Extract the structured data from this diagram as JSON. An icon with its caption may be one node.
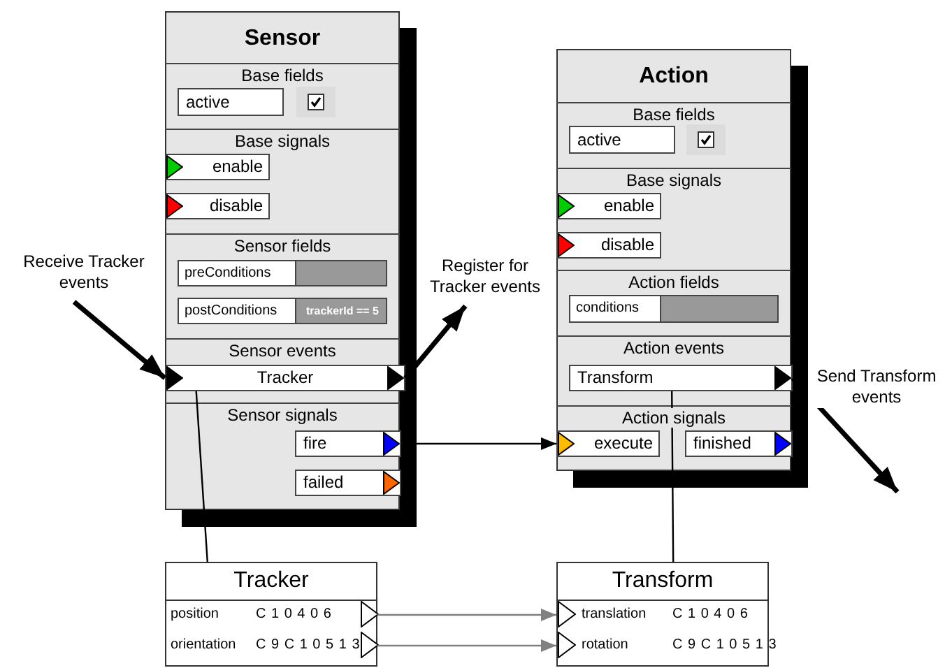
{
  "diagram": {
    "nodes": [
      {
        "text": [
          "Sensor"
        ]
      },
      {
        "text": [
          "Base fields"
        ],
        "in": 0
      },
      {
        "text": [
          "active"
        ],
        "in": 1
      },
      {
        "text": [],
        "shape": "checkbox",
        "in": 1
      },
      {
        "text": [
          "Base signals"
        ],
        "in": 0
      },
      {
        "text": [
          "enable"
        ],
        "in": 4
      },
      {
        "text": [
          "disable"
        ],
        "in": 4
      },
      {
        "text": [
          "Sensor fields"
        ],
        "in": 0
      },
      {
        "text": [
          "preConditions"
        ],
        "in": 7
      },
      {
        "text": [
          "postConditions",
          "trackerId == 5"
        ],
        "in": 7
      },
      {
        "text": [
          "Sensor events"
        ],
        "in": 0
      },
      {
        "text": [
          "Tracker"
        ],
        "in": 10
      },
      {
        "text": [
          "Sensor signals"
        ],
        "in": 0
      },
      {
        "text": [
          "fire"
        ],
        "in": 12
      },
      {
        "text": [
          "failed"
        ],
        "in": 12
      },
      {
        "text": [
          "Receive Tracker events"
        ]
      },
      {
        "text": [
          "Register for Tracker events"
        ]
      },
      {
        "text": [
          "Action"
        ]
      },
      {
        "text": [
          "Base fields"
        ],
        "in": 17
      },
      {
        "text": [
          "active"
        ],
        "in": 18
      },
      {
        "text": [],
        "shape": "checkbox",
        "in": 18
      },
      {
        "text": [
          "Base signals"
        ],
        "in": 17
      },
      {
        "text": [
          "enable"
        ],
        "in": 21
      },
      {
        "text": [
          "disable"
        ],
        "in": 21
      },
      {
        "text": [
          "Action fields"
        ],
        "in": 17
      },
      {
        "text": [
          "conditions"
        ],
        "in": 24
      },
      {
        "text": [
          "Action events"
        ],
        "in": 17
      },
      {
        "text": [
          "Transform"
        ],
        "in": 26
      },
      {
        "text": [
          "Action signals"
        ],
        "in": 17
      },
      {
        "text": [
          "execute"
        ],
        "in": 28
      },
      {
        "text": [
          "finished"
        ],
        "in": 28
      },
      {
        "text": [
          "Tracker"
        ]
      },
      {
        "text": [
          "position",
          "C 1 0 4 0 6"
        ],
        "in": 31
      },
      {
        "text": [
          "orientation",
          "C 9 C 1 0 5 1 3"
        ],
        "in": 31
      },
      {
        "text": [
          "Transform"
        ]
      },
      {
        "text": [
          "translation",
          "C 1 0 4 0 6"
        ],
        "in": 34
      },
      {
        "text": [
          "rotation",
          "C 9 C 1 0 5 1 3"
        ],
        "in": 34
      }
    ],
    "edges": [
      {
        "from": 15,
        "to": 11,
        "arrow": "to",
        "style": "thick"
      },
      {
        "from": 11,
        "to": 16,
        "arrow": "to",
        "style": "thick"
      },
      {
        "from": 11,
        "to": 31,
        "arrow": "none"
      },
      {
        "from": 13,
        "to": 29,
        "arrow": "to"
      },
      {
        "from": 27,
        "to": null,
        "arrow": "to",
        "style": "thick",
        "label": "Send Transform events"
      },
      {
        "from": 27,
        "to": 34,
        "arrow": "none"
      },
      {
        "from": 32,
        "to": 35,
        "arrow": "to",
        "color": "#808080"
      },
      {
        "from": 33,
        "to": 36,
        "arrow": "to",
        "color": "#808080"
      }
    ]
  }
}
